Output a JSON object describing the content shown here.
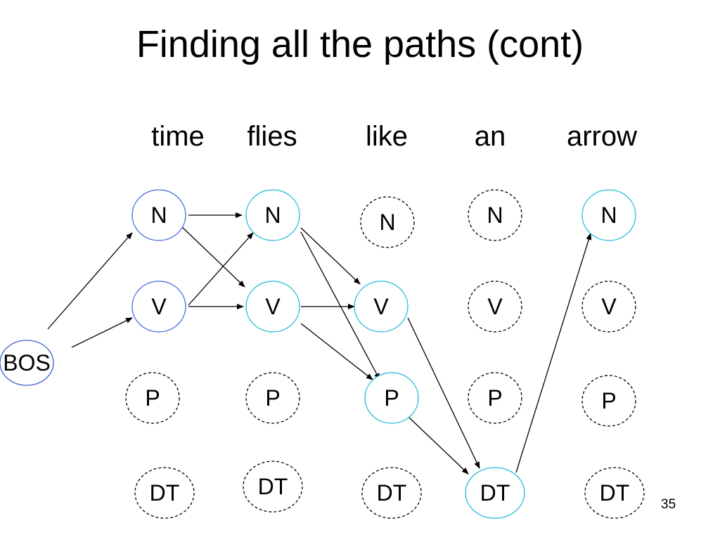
{
  "title": "Finding all the paths (cont)",
  "words": [
    "time",
    "flies",
    "like",
    "an",
    "arrow"
  ],
  "page_number": "35",
  "colors": {
    "bos_stroke": "#3a5fcd",
    "time_stroke": "#4169e1",
    "active_stroke": "#22bcd6",
    "inactive_stroke": "#000000",
    "arrow": "#000000"
  },
  "nodes": [
    {
      "id": "BOS",
      "label": "BOS",
      "style": "bos"
    },
    {
      "id": "time-N",
      "label": "N",
      "style": "time"
    },
    {
      "id": "time-V",
      "label": "V",
      "style": "time"
    },
    {
      "id": "time-P",
      "label": "P",
      "style": "dashed"
    },
    {
      "id": "time-DT",
      "label": "DT",
      "style": "dashed"
    },
    {
      "id": "flies-N",
      "label": "N",
      "style": "active"
    },
    {
      "id": "flies-V",
      "label": "V",
      "style": "active"
    },
    {
      "id": "flies-P",
      "label": "P",
      "style": "dashed"
    },
    {
      "id": "flies-DT",
      "label": "DT",
      "style": "dashed"
    },
    {
      "id": "like-N",
      "label": "N",
      "style": "dashed"
    },
    {
      "id": "like-V",
      "label": "V",
      "style": "active"
    },
    {
      "id": "like-P",
      "label": "P",
      "style": "active"
    },
    {
      "id": "like-DT",
      "label": "DT",
      "style": "dashed"
    },
    {
      "id": "an-N",
      "label": "N",
      "style": "dashed"
    },
    {
      "id": "an-V",
      "label": "V",
      "style": "dashed"
    },
    {
      "id": "an-P",
      "label": "P",
      "style": "dashed"
    },
    {
      "id": "an-DT",
      "label": "DT",
      "style": "active"
    },
    {
      "id": "arrow-N",
      "label": "N",
      "style": "active"
    },
    {
      "id": "arrow-V",
      "label": "V",
      "style": "dashed"
    },
    {
      "id": "arrow-P",
      "label": "P",
      "style": "dashed"
    },
    {
      "id": "arrow-DT",
      "label": "DT",
      "style": "dashed"
    }
  ],
  "edges": [
    {
      "from": "BOS",
      "to": "time-N"
    },
    {
      "from": "BOS",
      "to": "time-V"
    },
    {
      "from": "time-N",
      "to": "flies-N"
    },
    {
      "from": "time-N",
      "to": "flies-V"
    },
    {
      "from": "time-V",
      "to": "flies-N"
    },
    {
      "from": "time-V",
      "to": "flies-V"
    },
    {
      "from": "flies-N",
      "to": "like-V"
    },
    {
      "from": "flies-N",
      "to": "like-P"
    },
    {
      "from": "flies-V",
      "to": "like-V"
    },
    {
      "from": "flies-V",
      "to": "like-P"
    },
    {
      "from": "like-V",
      "to": "an-DT"
    },
    {
      "from": "like-P",
      "to": "an-DT"
    },
    {
      "from": "an-DT",
      "to": "arrow-N"
    }
  ]
}
